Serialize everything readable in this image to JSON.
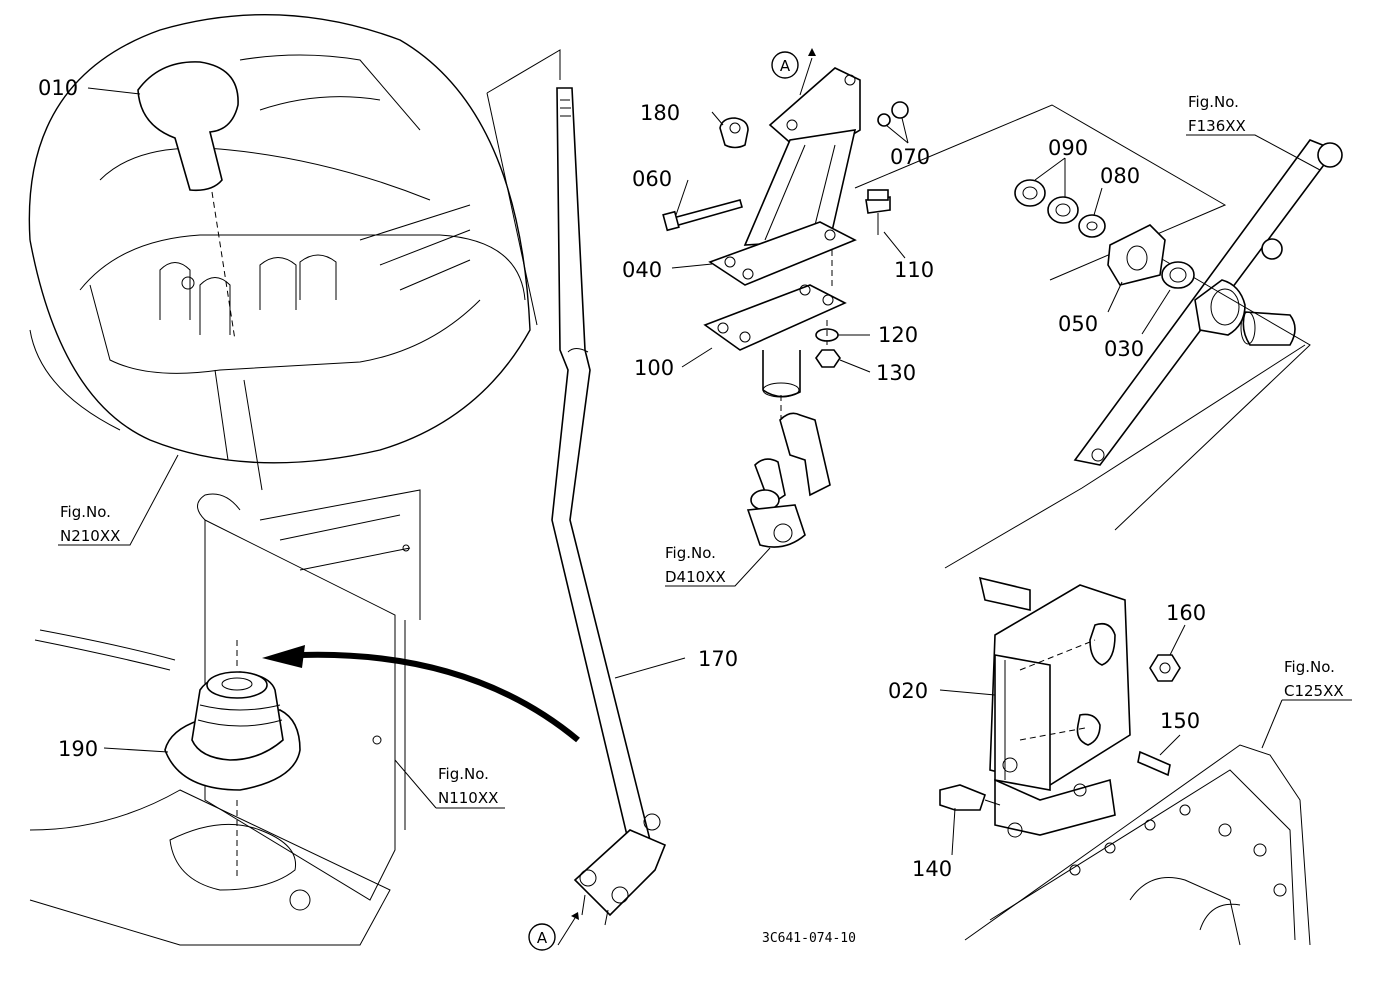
{
  "diagram": {
    "drawing_code": "3C641-074-10",
    "ref_marker": "A",
    "fig_prefix": "Fig.No.",
    "figs": [
      "N210XX",
      "N110XX",
      "D410XX",
      "F136XX",
      "C125XX"
    ],
    "parts": [
      "010",
      "180",
      "060",
      "040",
      "100",
      "110",
      "120",
      "130",
      "070",
      "090",
      "080",
      "050",
      "030",
      "170",
      "020",
      "160",
      "150",
      "140",
      "190"
    ]
  }
}
